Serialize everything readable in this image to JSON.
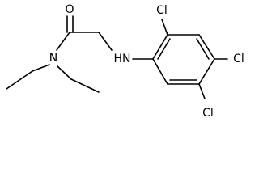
{
  "molecule": {
    "atoms": {
      "oxygen": "O",
      "nitrogen_amide": "N",
      "nitrogen_amine": "HN",
      "chlorine_1": "Cl",
      "chlorine_2": "Cl",
      "chlorine_3": "Cl"
    }
  },
  "colors": {
    "bond": "#000000",
    "label": "#000000",
    "background": "#ffffff"
  }
}
